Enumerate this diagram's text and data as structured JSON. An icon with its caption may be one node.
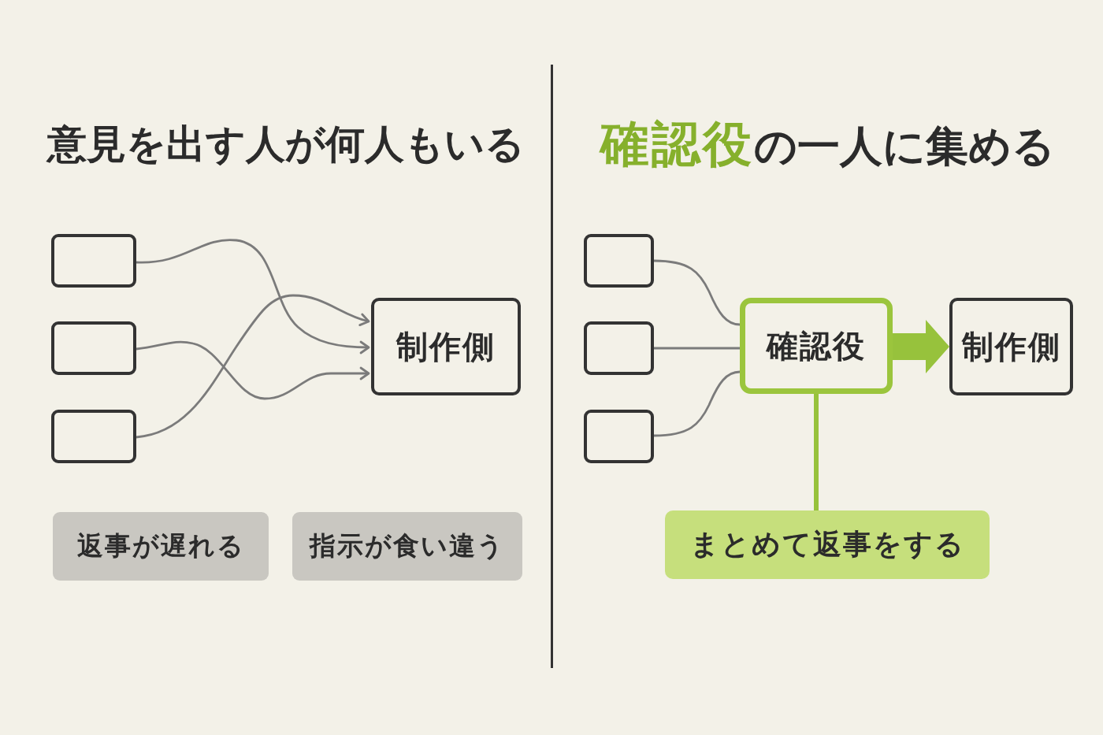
{
  "diagram": {
    "nodes": [
      {
        "text": [],
        "shape": "box"
      },
      {
        "text": [],
        "shape": "box"
      },
      {
        "text": [],
        "shape": "box"
      },
      {
        "text": [
          "制作側"
        ]
      },
      {
        "text": [
          "返事が遅れる"
        ]
      },
      {
        "text": [
          "指示が食い違う"
        ]
      },
      {
        "text": [],
        "shape": "box"
      },
      {
        "text": [],
        "shape": "box"
      },
      {
        "text": [],
        "shape": "box"
      },
      {
        "text": [
          "確認役"
        ]
      },
      {
        "text": [
          "制作側"
        ]
      },
      {
        "text": [
          "まとめて返事をする"
        ]
      }
    ],
    "edges": [
      {
        "from": 0,
        "to": 3,
        "arrow": "to"
      },
      {
        "from": 1,
        "to": 3,
        "arrow": "to"
      },
      {
        "from": 2,
        "to": 3,
        "arrow": "to"
      },
      {
        "from": 6,
        "to": 9,
        "arrow": "none"
      },
      {
        "from": 7,
        "to": 9,
        "arrow": "none"
      },
      {
        "from": 8,
        "to": 9,
        "arrow": "none"
      },
      {
        "from": 9,
        "to": 10,
        "arrow": "to",
        "style": "thick",
        "color": "#97c23c"
      },
      {
        "from": 9,
        "to": 11,
        "arrow": "none",
        "style": "thick",
        "color": "#97c23c"
      }
    ],
    "labels": [
      "意見を出す人が何人もいる",
      "**確認役**の一人に集める"
    ]
  }
}
